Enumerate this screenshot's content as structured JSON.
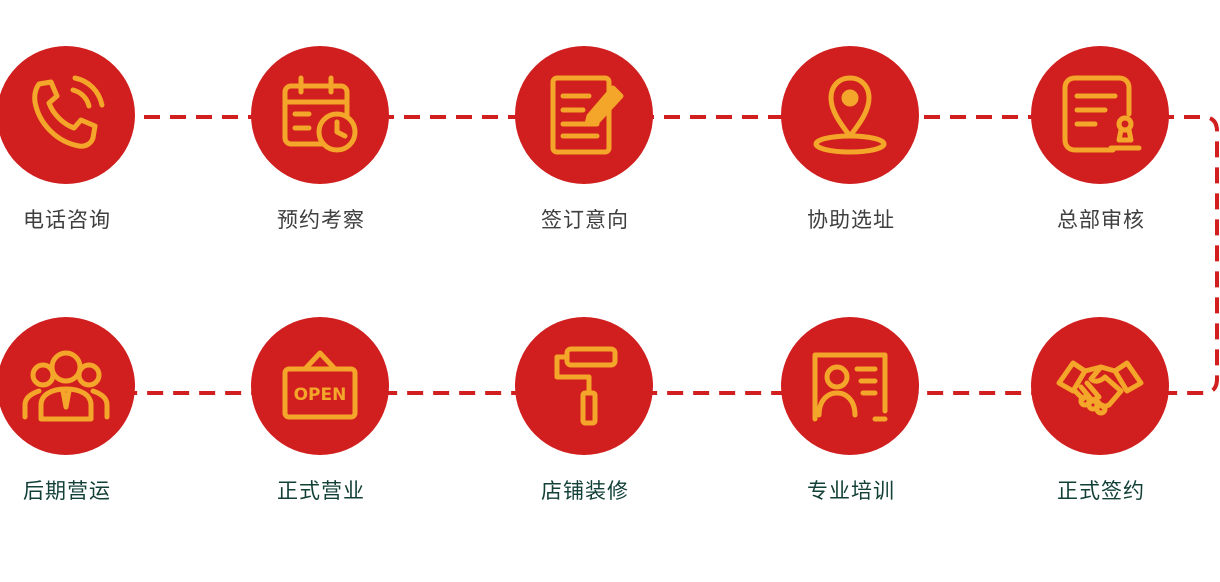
{
  "colors": {
    "circle": "#d11e1e",
    "icon": "#f3a629",
    "connector": "#d11e1e",
    "label_top": "#3f3f3f",
    "label_bottom": "#124037"
  },
  "steps": [
    {
      "label": "电话咨询",
      "icon": "phone-icon"
    },
    {
      "label": "预约考察",
      "icon": "calendar-clock-icon"
    },
    {
      "label": "签订意向",
      "icon": "document-pen-icon"
    },
    {
      "label": "协助选址",
      "icon": "location-pin-icon"
    },
    {
      "label": "总部审核",
      "icon": "document-stamp-icon"
    },
    {
      "label": "正式签约",
      "icon": "handshake-icon"
    },
    {
      "label": "专业培训",
      "icon": "id-card-icon"
    },
    {
      "label": "店铺装修",
      "icon": "paint-roller-icon"
    },
    {
      "label": "正式营业",
      "icon": "open-sign-icon",
      "icon_text": "OPEN"
    },
    {
      "label": "后期营运",
      "icon": "team-icon"
    }
  ]
}
